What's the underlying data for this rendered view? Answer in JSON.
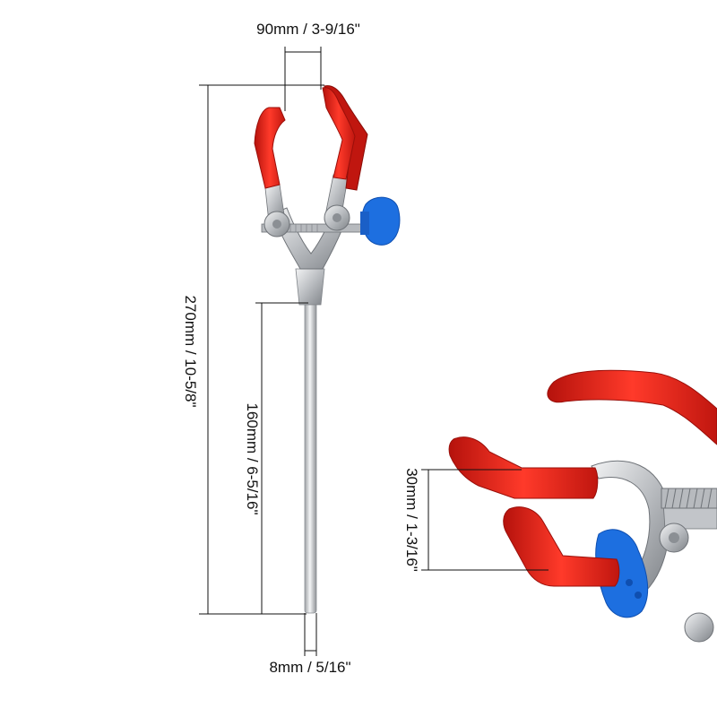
{
  "dimensions": {
    "jaw_opening": "90mm / 3-9/16\"",
    "total_length": "270mm / 10-5/8\"",
    "rod_length": "160mm / 6-5/16\"",
    "rod_diameter": "8mm / 5/16\"",
    "jaw_gap": "30mm / 1-3/16\""
  },
  "colors": {
    "grip": "#e8231b",
    "grip_dark": "#b5120c",
    "knob": "#1d6fe0",
    "metal": "#c9ccd0",
    "metal_dark": "#8b8f94"
  }
}
